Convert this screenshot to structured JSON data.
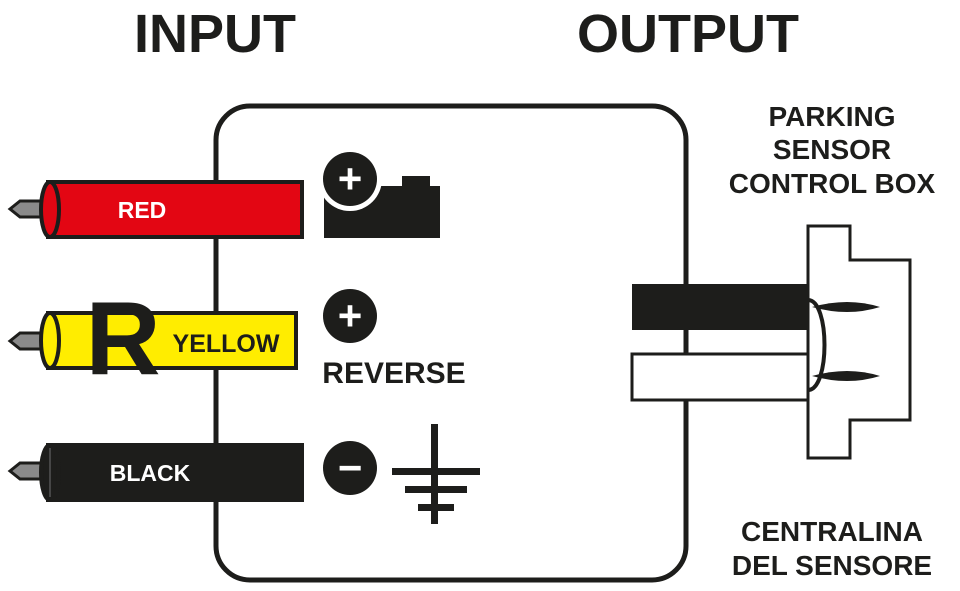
{
  "headers": {
    "input": "INPUT",
    "output": "OUTPUT"
  },
  "wires": [
    {
      "label": "RED",
      "color": "#e30613",
      "label_color": "#ffffff"
    },
    {
      "label": "YELLOW",
      "color": "#ffed00",
      "label_color": "#1d1d1b"
    },
    {
      "label": "BLACK",
      "color": "#1d1d1b",
      "label_color": "#ffffff"
    }
  ],
  "wire_badge": "R",
  "terminals": {
    "battery_sign": "+",
    "reverse_sign": "+",
    "reverse_label": "REVERSE",
    "ground_sign": "−"
  },
  "output_label": {
    "line1": "PARKING",
    "line2": "SENSOR",
    "line3": "CONTROL BOX"
  },
  "italian_label": {
    "line1": "CENTRALINA",
    "line2": "DEL SENSORE"
  },
  "icons": {
    "battery": "battery-icon",
    "ground": "ground-icon",
    "connector": "connector-icon"
  },
  "colors": {
    "ink": "#1d1d1b",
    "pin": "#8a8a8a"
  }
}
